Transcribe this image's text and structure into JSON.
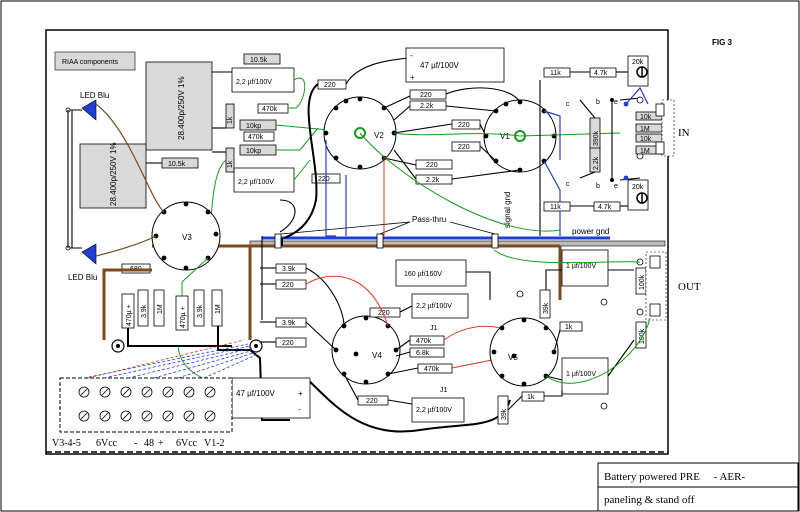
{
  "figure": {
    "fig_label": "FIG 3",
    "riaa_label": "RIAA components"
  },
  "tubes": [
    "V1",
    "V2",
    "V3",
    "V4",
    "V5"
  ],
  "leds": [
    "LED Blu",
    "LED Blu"
  ],
  "resistors": {
    "r10_5k_a": "10.5k",
    "r10_5k_b": "10.5k",
    "r470k_a": "470k",
    "r470k_b": "470k",
    "r10kp_a": "10kp",
    "r10kp_b": "10kp",
    "r1k_riaa_a": "1k",
    "r1k_riaa_b": "1k",
    "r220_v2_top": "220",
    "r220_v2_bot": "220",
    "r220_mid_a": "220",
    "r2_2k_a": "2.2k",
    "r220_v1_a": "220",
    "r220_v1_b": "220",
    "r220_mid_b": "220",
    "r2_2k_b": "2.2k",
    "r11k_top": "11k",
    "r4_7k_top": "4.7k",
    "r11k_bot": "11k",
    "r4_7k_bot": "4.7k",
    "r390k": "390k",
    "r2_2k_vert": "2.2k",
    "r680": "680",
    "r39k_a": "3.9k",
    "r220_v4_a": "220",
    "r39k_b": "3.9k",
    "r220_v4_b": "220",
    "r220_v4_c": "220",
    "r470k_v4a": "470k",
    "r6_8k": "6.8k",
    "r470k_v4b": "470k",
    "r220_v4_d": "220",
    "r39k_v5a": "39k",
    "r1k_v5a": "1k",
    "r39k_v5b": "39k",
    "r1k_v5b": "1k",
    "r100k_out_a": "100k",
    "r100k_out_b": "100k",
    "r1m_a": "1M",
    "r1m_b": "1M",
    "r39k_v3a": "3.9k",
    "r39k_v3b": "3.9k",
    "c470u_a": "470µ +",
    "c470u_b": "470µ +",
    "r10k_in_a": "10k",
    "r10k_in_b": "10k",
    "r1m_in_a": "1M",
    "r1m_in_b": "1M"
  },
  "capacitors": {
    "c28400_a": "28.400p/250V 1%",
    "c28400_b": "28.400p/250V 1%",
    "c2_2u_a": "2,2 µf/100V",
    "c2_2u_b": "2,2 µf/100V",
    "c47u_top": "47 µf/100V",
    "c47u_top_minus": "-",
    "c47u_top_plus": "+",
    "c160u": "160 µf/160V",
    "c2_2u_j1a": "2,2 µf/100V",
    "c2_2u_j1b": "2,2 µf/100V",
    "c1u_a": "1 µf/100V",
    "c1u_b": "1 µf/100V",
    "c47u_bot": "47 µf/100V",
    "c47u_bot_plus": "+",
    "c47u_bot_minus": "-",
    "c20k_a": "20k",
    "c20k_b": "20k"
  },
  "labels": {
    "j1_a": "J1",
    "j1_b": "J1",
    "pass_thru": "Pass-thru",
    "signal_gnd": "signal gnd",
    "power_gnd": "power gnd",
    "in": "IN",
    "out": "OUT",
    "pin_b_a": "b",
    "pin_c_a": "c",
    "pin_e_a": "e",
    "pin_b_b": "b",
    "pin_c_b": "c",
    "pin_e_b": "e"
  },
  "terminal_labels": {
    "t1": "V3-4-5",
    "t2": "6Vcc",
    "t3": "-",
    "t4": "48",
    "t5": "+",
    "t6": "6Vcc",
    "t7": "V1-2"
  },
  "title_block": {
    "line1": "Battery powered PRE     - AER-",
    "line2": "paneling & stand off"
  }
}
